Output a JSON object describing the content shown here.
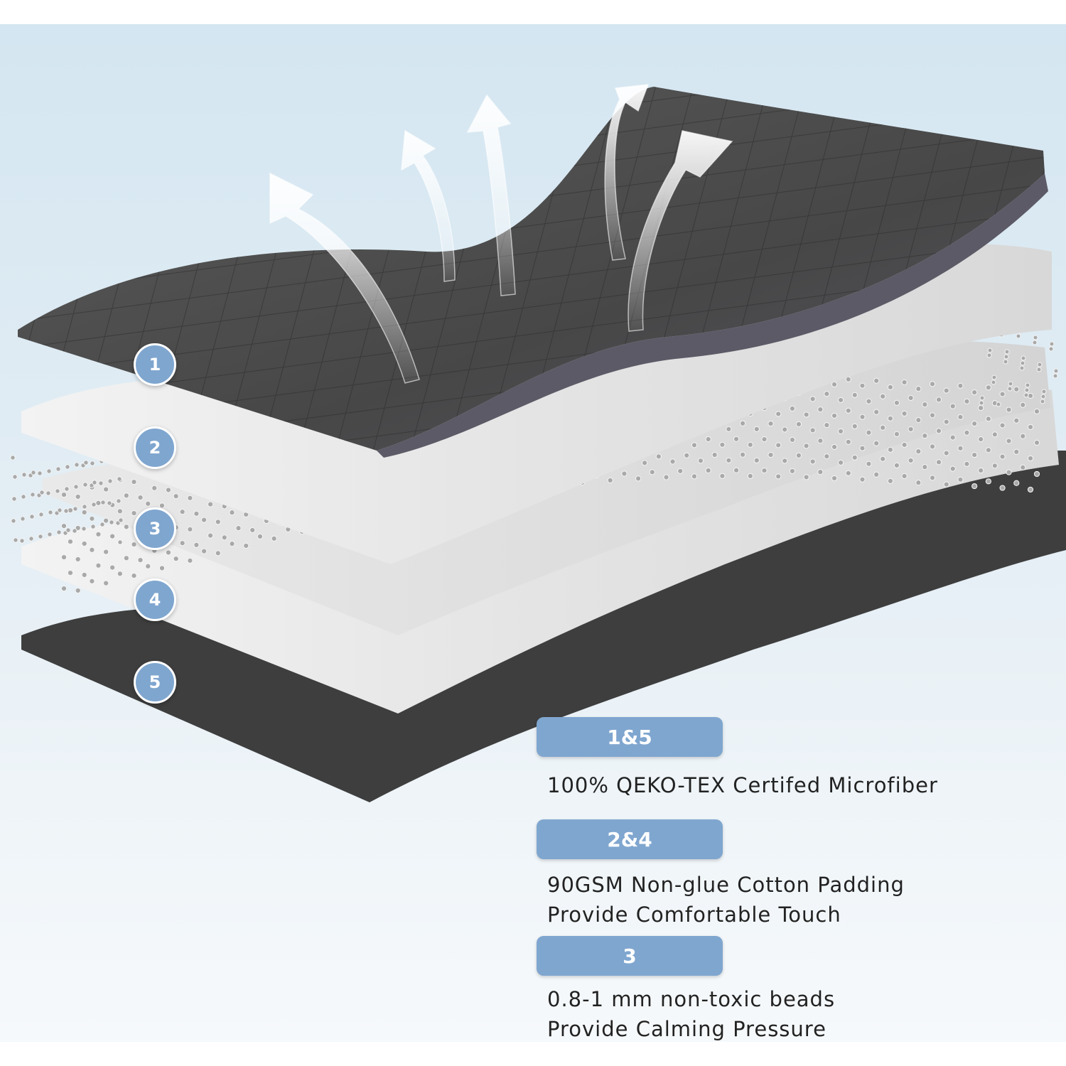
{
  "layer_badges": [
    "1",
    "2",
    "3",
    "4",
    "5"
  ],
  "specs": [
    {
      "tag": "1&5",
      "lines": [
        "100% QEKO-TEX Certifed Microfiber"
      ]
    },
    {
      "tag": "2&4",
      "lines": [
        "90GSM Non-glue Cotton Padding",
        "Provide Comfortable Touch"
      ]
    },
    {
      "tag": "3",
      "lines": [
        "0.8-1 mm non-toxic beads",
        "Provide Calming Pressure"
      ]
    }
  ],
  "colors": {
    "badge": "#7fa6cf",
    "microfiber": "#4a4a4a",
    "cotton": "#e6e6e6",
    "beads": "#bdbdbd",
    "background_top": "#d4e6f1"
  },
  "icons": [
    "airflow-arrow-icon",
    "glass-bead-icon",
    "quilted-grid-pattern"
  ]
}
